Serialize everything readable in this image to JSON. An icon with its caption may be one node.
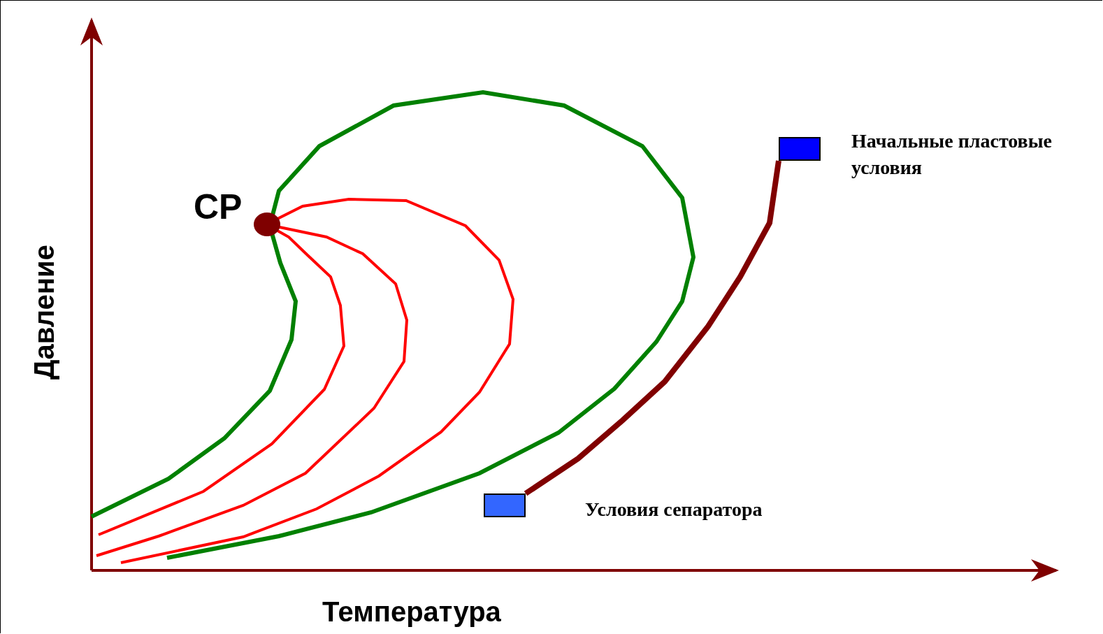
{
  "diagram": {
    "nodes": [
      {
        "text": [],
        "shape": "box",
        "beside": [
          "Начальные пластовые условия"
        ]
      },
      {
        "text": [],
        "shape": "box",
        "beside": [
          "Условия сепаратора"
        ]
      }
    ],
    "edges": [
      {
        "from": 0,
        "to": 1,
        "arrow": "none"
      }
    ],
    "labels": [
      "CP",
      "Давление",
      "Температура"
    ]
  }
}
